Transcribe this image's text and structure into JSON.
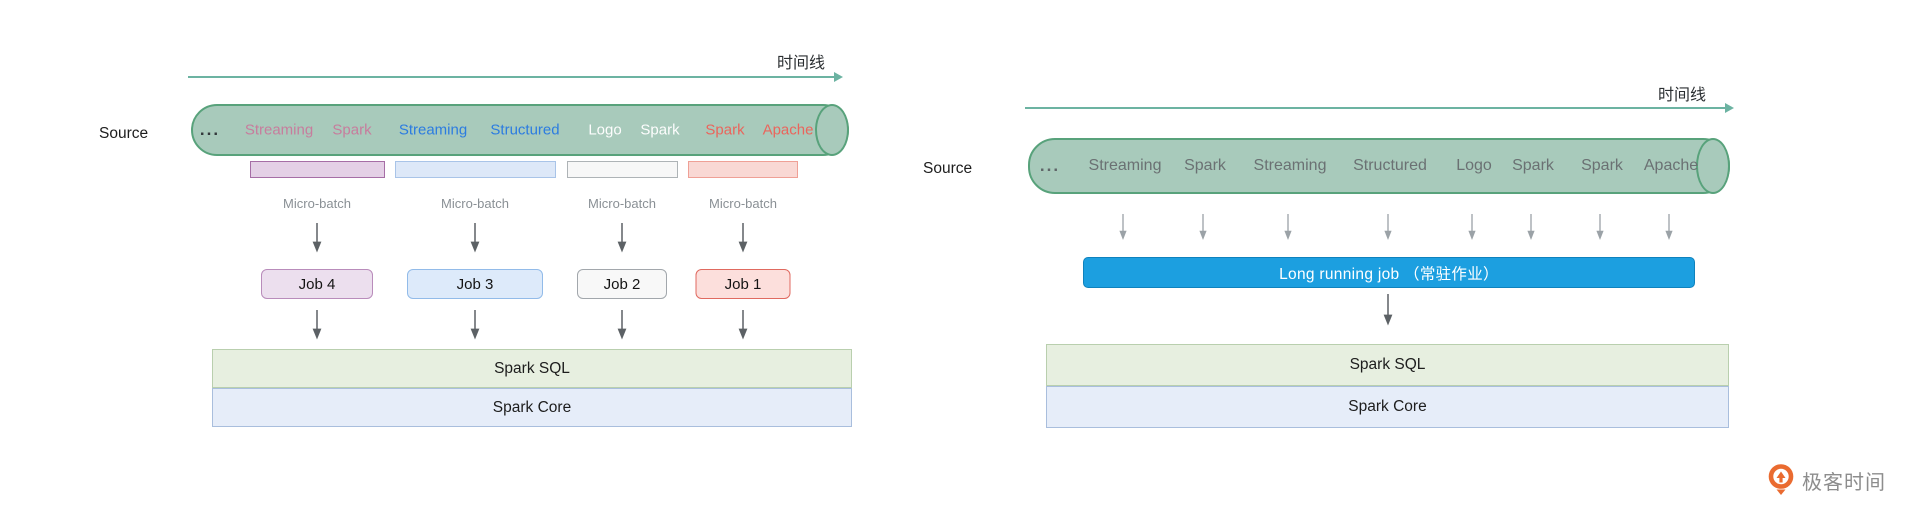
{
  "left_diagram": {
    "timeline_label": "时间线",
    "source_label": "Source",
    "stream_words": [
      {
        "text": "...",
        "color": "#33383b"
      },
      {
        "text": "Streaming",
        "color": "#c77d9d"
      },
      {
        "text": "Spark",
        "color": "#c77d9d"
      },
      {
        "text": "Streaming",
        "color": "#2c7ce0"
      },
      {
        "text": "Structured",
        "color": "#2c7ce0"
      },
      {
        "text": "Logo",
        "color": "#fdfdfd"
      },
      {
        "text": "Spark",
        "color": "#fdfdfd"
      },
      {
        "text": "Spark",
        "color": "#ea655c"
      },
      {
        "text": "Apache",
        "color": "#ea655c"
      }
    ],
    "micro_batches": [
      {
        "label": "Micro-batch",
        "job_label": "Job 4",
        "strip_fill": "#e4d0e6",
        "strip_border": "#a66ea6",
        "job_fill": "#ecdfee",
        "job_border": "#b98cbb"
      },
      {
        "label": "Micro-batch",
        "job_label": "Job 3",
        "strip_fill": "#dde8f8",
        "strip_border": "#a9c4e8",
        "job_fill": "#ddeafa",
        "job_border": "#92bbe9"
      },
      {
        "label": "Micro-batch",
        "job_label": "Job 2",
        "strip_fill": "#f7f7f7",
        "strip_border": "#aeb3b6",
        "job_fill": "#f8f8f8",
        "job_border": "#a2a7ac"
      },
      {
        "label": "Micro-batch",
        "job_label": "Job 1",
        "strip_fill": "#f9d8d4",
        "strip_border": "#efa096",
        "job_fill": "#fcdfdc",
        "job_border": "#e06a60"
      }
    ],
    "spark_sql_label": "Spark SQL",
    "spark_core_label": "Spark Core"
  },
  "right_diagram": {
    "timeline_label": "时间线",
    "source_label": "Source",
    "stream_words": [
      {
        "text": "...",
        "color": "#5f6568"
      },
      {
        "text": "Streaming",
        "color": "#6b7173"
      },
      {
        "text": "Spark",
        "color": "#6b7173"
      },
      {
        "text": "Streaming",
        "color": "#6b7173"
      },
      {
        "text": "Structured",
        "color": "#6b7173"
      },
      {
        "text": "Logo",
        "color": "#6b7173"
      },
      {
        "text": "Spark",
        "color": "#6b7173"
      },
      {
        "text": "Spark",
        "color": "#6b7173"
      },
      {
        "text": "Apache",
        "color": "#6b7173"
      }
    ],
    "long_running_job_label": "Long running job （常驻作业）",
    "spark_sql_label": "Spark SQL",
    "spark_core_label": "Spark Core"
  },
  "branding": {
    "logo_text": "极客时间",
    "logo_color": "#ea6b30",
    "logo_text_color": "#8d8d8d"
  },
  "colors": {
    "background": "#ffffff",
    "timeline_arrow": "#6cb3a2",
    "cylinder_fill": "#a8cabb",
    "cylinder_border": "#58a27b",
    "long_job_fill": "#1c9fe0",
    "long_job_border": "#0f82bd",
    "spark_sql_fill": "#e7efe0",
    "spark_sql_border": "#b9cfae",
    "spark_core_fill": "#e6edf9",
    "spark_core_border": "#a9bedd"
  }
}
